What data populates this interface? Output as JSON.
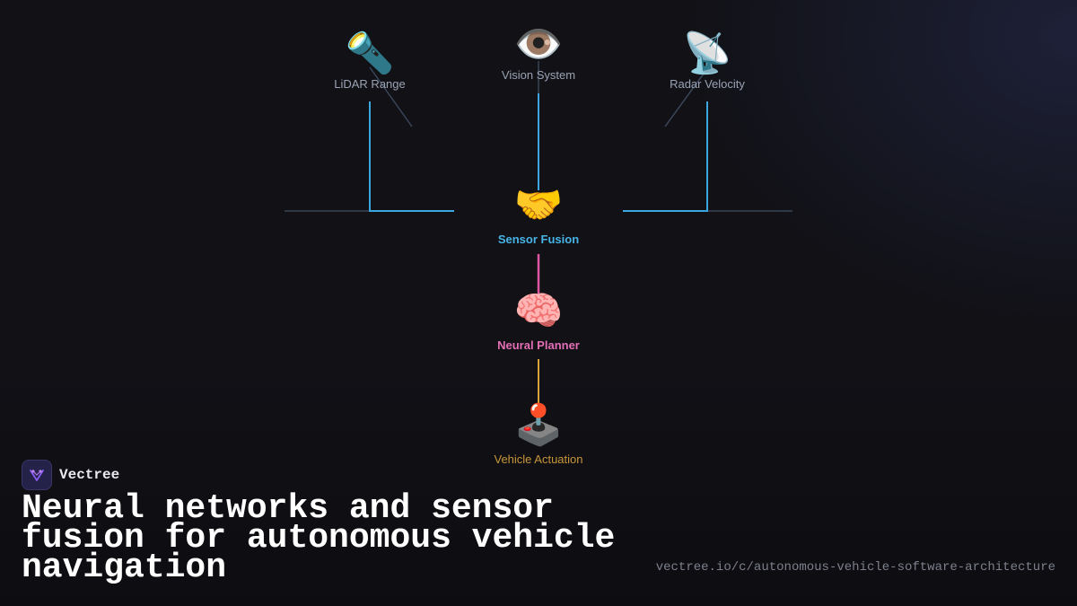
{
  "diagram": {
    "nodes": {
      "lidar": {
        "icon": "🔦",
        "label": "LiDAR Range"
      },
      "vision": {
        "icon": "👁️",
        "label": "Vision System"
      },
      "radar": {
        "icon": "📡",
        "label": "Radar Velocity"
      },
      "fusion": {
        "icon": "🤝",
        "label": "Sensor Fusion"
      },
      "planner": {
        "icon": "🧠",
        "label": "Neural Planner"
      },
      "actuate": {
        "icon": "🕹️",
        "label": "Vehicle Actuation"
      }
    },
    "colors": {
      "sensor_link": "#3aa7e0",
      "fusion_to_planner": "#e0559f",
      "planner_to_actuation": "#d9a23a",
      "guide_line": "#3a4558"
    }
  },
  "brand": {
    "name": "Vectree",
    "logo_icon": "vectree-logo-icon"
  },
  "headline": "Neural networks and sensor fusion for autonomous vehicle navigation",
  "url": "vectree.io/c/autonomous-vehicle-software-architecture"
}
